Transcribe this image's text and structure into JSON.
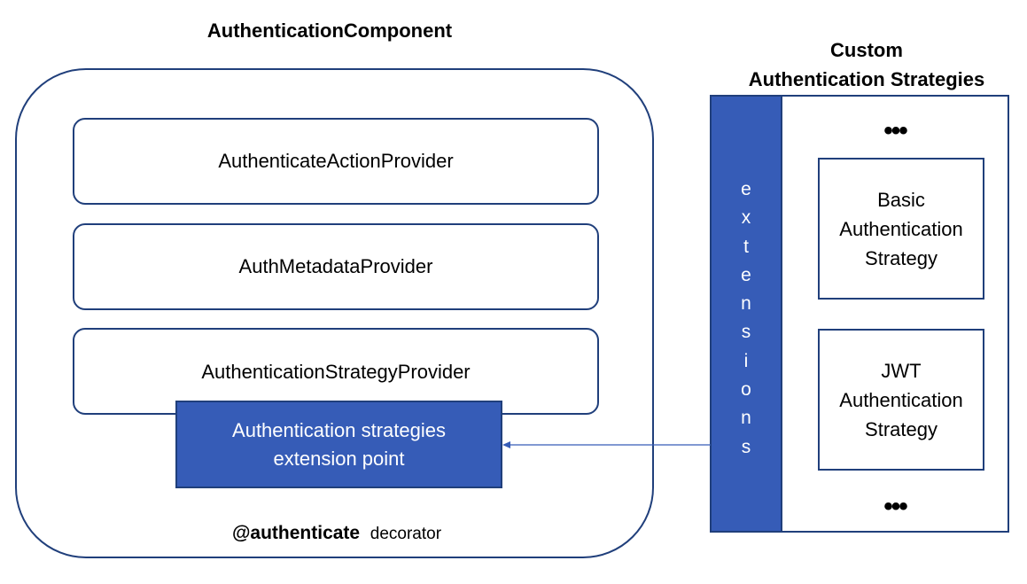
{
  "component": {
    "title": "AuthenticationComponent",
    "providers": [
      "AuthenticateActionProvider",
      "AuthMetadataProvider",
      "AuthenticationStrategyProvider"
    ],
    "extension_point": {
      "line1": "Authentication strategies",
      "line2": "extension point"
    },
    "decorator": {
      "name": "@authenticate",
      "label": "decorator"
    }
  },
  "custom": {
    "title_line1": "Custom",
    "title_line2": "Authentication Strategies",
    "extensions_label": [
      "e",
      "x",
      "t",
      "e",
      "n",
      "s",
      "i",
      "o",
      "n",
      "s"
    ],
    "ellipsis_top": "•••",
    "ellipsis_bottom": "•••",
    "strategies": [
      {
        "line1": "Basic",
        "line2": "Authentication",
        "line3": "Strategy"
      },
      {
        "line1": "JWT",
        "line2": "Authentication",
        "line3": "Strategy"
      }
    ]
  },
  "colors": {
    "fill": "#365CB7",
    "border": "#203F7B"
  }
}
